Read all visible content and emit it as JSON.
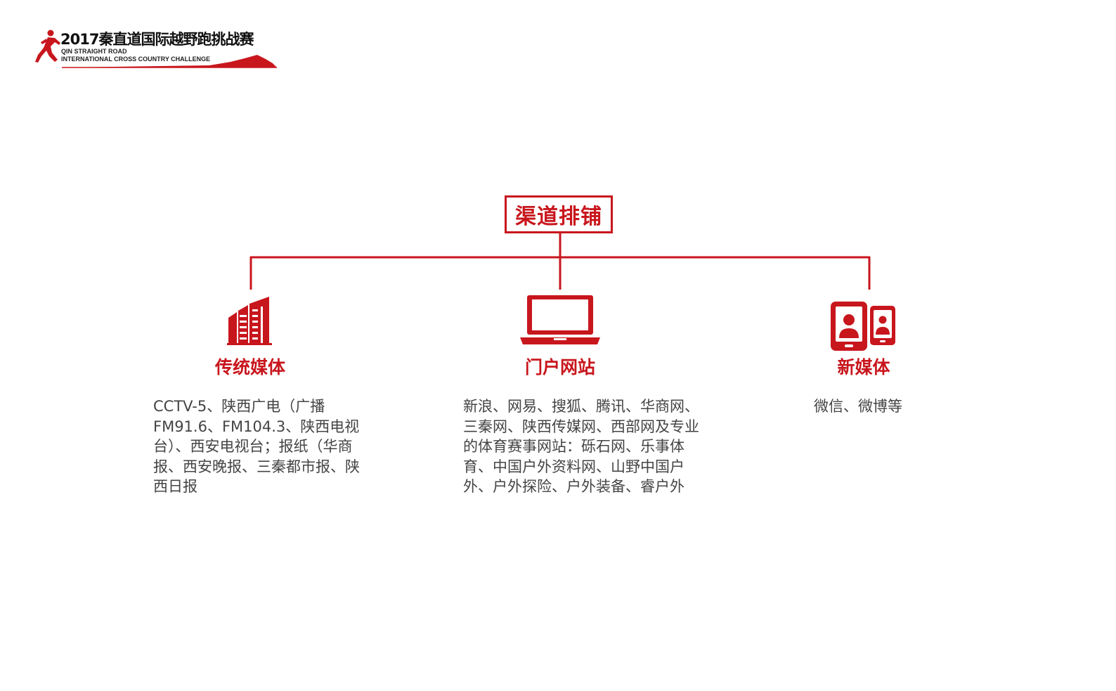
{
  "header": {
    "logo_title": "2017秦直道国际越野跑挑战赛",
    "logo_subtitle_1": "QIN STRAIGHT ROAD",
    "logo_subtitle_2": "INTERNATIONAL CROSS COUNTRY CHALLENGE"
  },
  "diagram": {
    "root": "渠道排铺",
    "accent_color": "#c8161d",
    "branches": [
      {
        "title": "传统媒体",
        "icon": "building-icon",
        "description": "CCTV-5、陕西广电（广播FM91.6、FM104.3、陕西电视台）、西安电视台；报纸（华商报、西安晚报、三秦都市报、陕西日报"
      },
      {
        "title": "门户网站",
        "icon": "laptop-icon",
        "description": "新浪、网易、搜狐、腾讯、华商网、三秦网、陕西传媒网、西部网及专业的体育赛事网站：砾石网、乐事体育、中国户外资料网、山野中国户外、户外探险、户外装备、睿户外"
      },
      {
        "title": "新媒体",
        "icon": "mobile-devices-icon",
        "description": "微信、微博等"
      }
    ]
  }
}
